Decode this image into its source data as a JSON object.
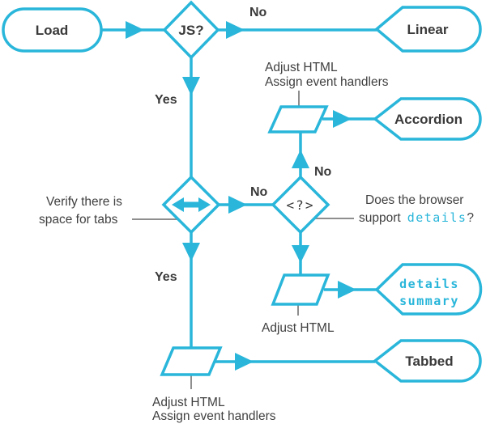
{
  "colors": {
    "accent": "#29b6da",
    "ink": "#3a3a3a",
    "leader": "#8e8e8e"
  },
  "nodes": {
    "load": "Load",
    "js_decision": "JS?",
    "linear": "Linear",
    "accordion": "Accordion",
    "details_decision": "<?>",
    "details_summary_line1": "details",
    "details_summary_line2": "summary",
    "tabbed": "Tabbed"
  },
  "edge_labels": {
    "js_no": "No",
    "js_yes": "Yes",
    "space_no": "No",
    "space_yes": "Yes",
    "details_no": "No"
  },
  "callouts": {
    "accordion_process_line1": "Adjust HTML",
    "accordion_process_line2": "Assign event handlers",
    "verify_line1": "Verify there is",
    "verify_line2": "space for tabs",
    "browser_line1": "Does the browser",
    "browser_line2_word": "support",
    "browser_line2_code": "details",
    "browser_line2_punct": "?",
    "details_process": "Adjust HTML",
    "tabbed_process_line1": "Adjust HTML",
    "tabbed_process_line2": "Assign event handlers"
  }
}
